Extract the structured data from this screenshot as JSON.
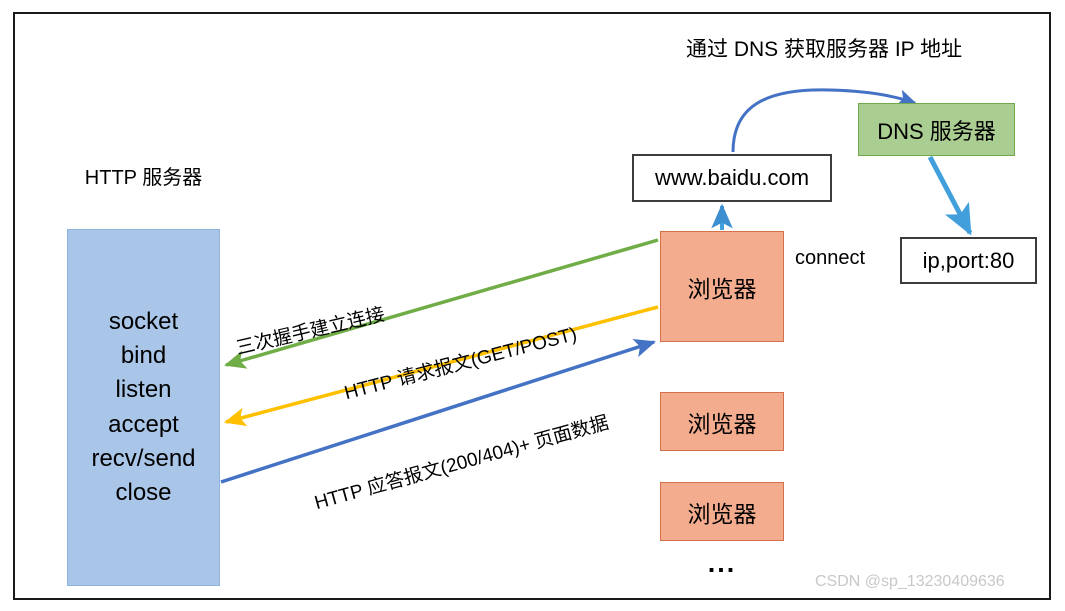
{
  "diagram": {
    "title_caption": "通过 DNS 获取服务器 IP 地址",
    "watermark": "CSDN @sp_13230409636",
    "colors": {
      "server_fill": "#a9c6e8",
      "server_border": "#8fb4de",
      "browser_fill": "#f4ac8e",
      "browser_border": "#d4714a",
      "dns_fill": "#aacd92",
      "dns_border": "#72a84e",
      "plain_border": "#3c3c3c",
      "arrow_green": "#70ad47",
      "arrow_yellow": "#ffc000",
      "arrow_blue": "#4472c4",
      "arrow_lightblue": "#41a0dc",
      "frame_border": "#1a1a1a",
      "watermark_text": "#c8c8c8"
    }
  },
  "server": {
    "title": "HTTP 服务器",
    "api_calls": [
      "socket",
      "bind",
      "listen",
      "accept",
      "recv/send",
      "close"
    ]
  },
  "clients": {
    "browser_label": "浏览器",
    "browser_main": "浏览器",
    "browser_second": "浏览器",
    "browser_third": "浏览器",
    "ellipsis": "..."
  },
  "nodes": {
    "url_box": "www.baidu.com",
    "dns_server": "DNS 服务器",
    "ip_port": "ip,port:80"
  },
  "labels": {
    "connect": "connect",
    "handshake": "三次握手建立连接",
    "http_request": "HTTP 请求报文(GET/POST)",
    "http_response": "HTTP 应答报文(200/404)+ 页面数据"
  }
}
